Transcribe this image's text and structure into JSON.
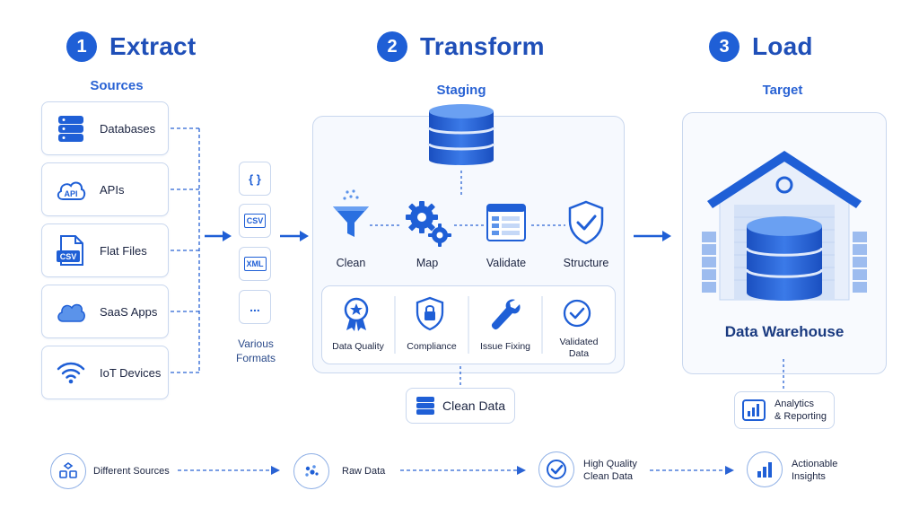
{
  "colors": {
    "primary": "#1f5fd6",
    "title": "#1f4fb8",
    "accent": "#2a63d4",
    "border": "#c9d7ee",
    "panel_bg": "#f6f9fe"
  },
  "steps": [
    {
      "num": "1",
      "title": "Extract"
    },
    {
      "num": "2",
      "title": "Transform"
    },
    {
      "num": "3",
      "title": "Load"
    }
  ],
  "extract": {
    "label": "Sources",
    "sources": [
      {
        "label": "Databases",
        "icon": "database-icon"
      },
      {
        "label": "APIs",
        "icon": "api-cloud-icon"
      },
      {
        "label": "Flat Files",
        "icon": "csv-file-icon"
      },
      {
        "label": "SaaS Apps",
        "icon": "cloud-icon"
      },
      {
        "label": "IoT Devices",
        "icon": "wifi-icon"
      }
    ],
    "formats": {
      "items": [
        "{ }",
        "CSV",
        "XML",
        "..."
      ],
      "label_line1": "Various",
      "label_line2": "Formats"
    }
  },
  "transform": {
    "label": "Staging",
    "steps": [
      {
        "label": "Clean",
        "icon": "funnel-icon"
      },
      {
        "label": "Map",
        "icon": "gears-icon"
      },
      {
        "label": "Validate",
        "icon": "form-icon"
      },
      {
        "label": "Structure",
        "icon": "shield-check-icon"
      }
    ],
    "qualities": [
      {
        "line1": "Data Quality",
        "line2": "",
        "icon": "badge-icon"
      },
      {
        "line1": "Compliance",
        "line2": "",
        "icon": "shield-lock-icon"
      },
      {
        "line1": "Issue Fixing",
        "line2": "",
        "icon": "wrench-icon"
      },
      {
        "line1": "Validated",
        "line2": "Data",
        "icon": "check-circle-icon"
      }
    ],
    "output": "Clean Data"
  },
  "load": {
    "label": "Target",
    "warehouse": "Data Warehouse",
    "output_line1": "Analytics",
    "output_line2": "& Reporting"
  },
  "flow": [
    {
      "line1": "Different Sources",
      "line2": "",
      "icon": "cubes-icon"
    },
    {
      "line1": "Raw Data",
      "line2": "",
      "icon": "dots-icon"
    },
    {
      "line1": "High Quality",
      "line2": "Clean Data",
      "icon": "check-badge-icon"
    },
    {
      "line1": "Actionable",
      "line2": "Insights",
      "icon": "bar-chart-icon"
    }
  ]
}
